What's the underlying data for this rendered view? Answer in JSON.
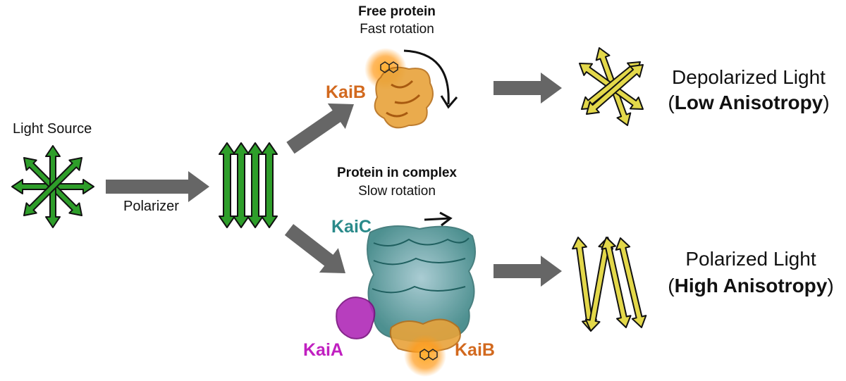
{
  "labels": {
    "light_source": "Light Source",
    "polarizer": "Polarizer",
    "free_protein_title": "Free protein",
    "free_protein_sub": "Fast rotation",
    "complex_title": "Protein in complex",
    "complex_sub": "Slow rotation",
    "kaib_free": "KaiB",
    "kaic": "KaiC",
    "kaia": "KaiA",
    "kaib_complex": "KaiB",
    "depolarized_line1": "Depolarized Light",
    "depolarized_bold": "Low Anisotropy",
    "polarized_line1": "Polarized Light",
    "polarized_bold": "High Anisotropy",
    "paren_open": "(",
    "paren_close": ")"
  },
  "colors": {
    "green_light": "#2e9e2a",
    "yellow_light": "#e3d84a",
    "gray_arrow": "#666666",
    "kaib": "#d2691e",
    "kaic": "#2a8a8a",
    "kaia": "#c020c0",
    "glow": "#ff9a1a"
  },
  "icons": [
    "double-arrow-icon",
    "process-arrow-icon",
    "rotation-arrow-icon",
    "fluorophore-icon"
  ]
}
